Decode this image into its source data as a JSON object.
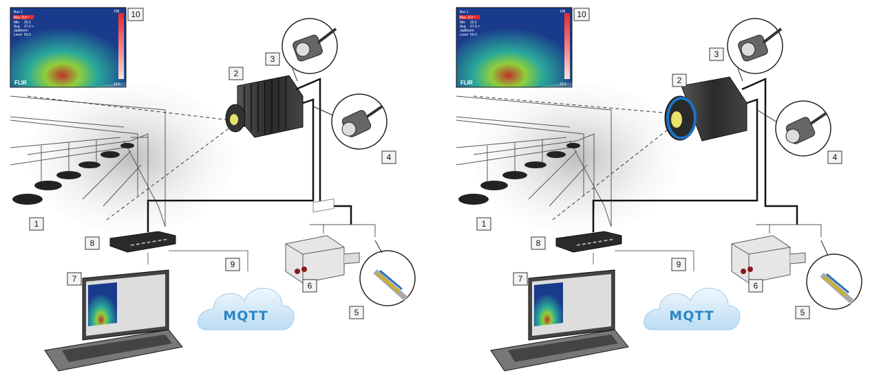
{
  "thermal_screen": {
    "box_label": "Box 1",
    "max_label": "Max",
    "max_value": "110 °",
    "min_label": "Min",
    "min_value": "25.5",
    "avg_label": "Avg",
    "avg_value": "37.0 >",
    "palette_label": "Jadtherm",
    "level_label": "Level",
    "level_value": "50.0",
    "scale_top": "108",
    "scale_bottom": "19.6",
    "brand_left": "FLIR",
    "brand_right": "FLIR"
  },
  "cloud_label": "MQTT",
  "callouts": [
    "1",
    "2",
    "3",
    "4",
    "5",
    "6",
    "7",
    "8",
    "9",
    "10"
  ],
  "colors": {
    "thermal_red": "#e8282c",
    "mqtt_blue": "#2a86c7",
    "cloud_fill": "#cfe6f7",
    "lens_ring": "#1a73c8"
  }
}
